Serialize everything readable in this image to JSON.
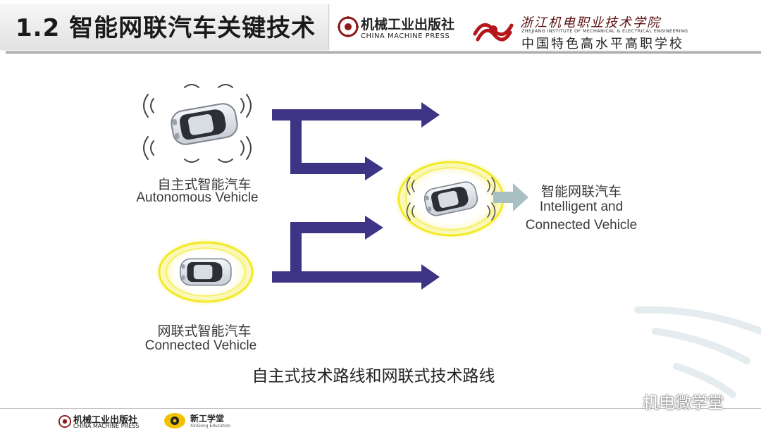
{
  "header": {
    "title": "1.2 智能网联汽车关键技术",
    "publisher_cn": "机械工业出版社",
    "publisher_en": "CHINA MACHINE PRESS",
    "school_calligraphy": "浙江机电职业技术学院",
    "school_en": "ZHEJIANG INSTITUTE OF MECHANICAL & ELECTRICAL ENGINEERING",
    "school_tagline": "中国特色高水平高职学校"
  },
  "diagram": {
    "autonomous": {
      "cn": "自主式智能汽车",
      "en": "Autonomous Vehicle"
    },
    "connected": {
      "cn": "网联式智能汽车",
      "en": "Connected Vehicle"
    },
    "result": {
      "cn": "智能网联汽车",
      "en_line1": "Intelligent and",
      "en_line2": "Connected Vehicle"
    },
    "caption": "自主式技术路线和网联式技术路线",
    "colors": {
      "arrow": "#3d3486",
      "ring": "#f2ea26",
      "car_body": "#dfe4ea",
      "result_arrow": "#a8c0c2"
    }
  },
  "footer": {
    "publisher_cn": "机械工业出版社",
    "publisher_en": "CHINA MACHINE PRESS",
    "xingong_cn": "新工学堂",
    "xingong_en": "XinGong Education",
    "watermark": "机电微学堂"
  }
}
